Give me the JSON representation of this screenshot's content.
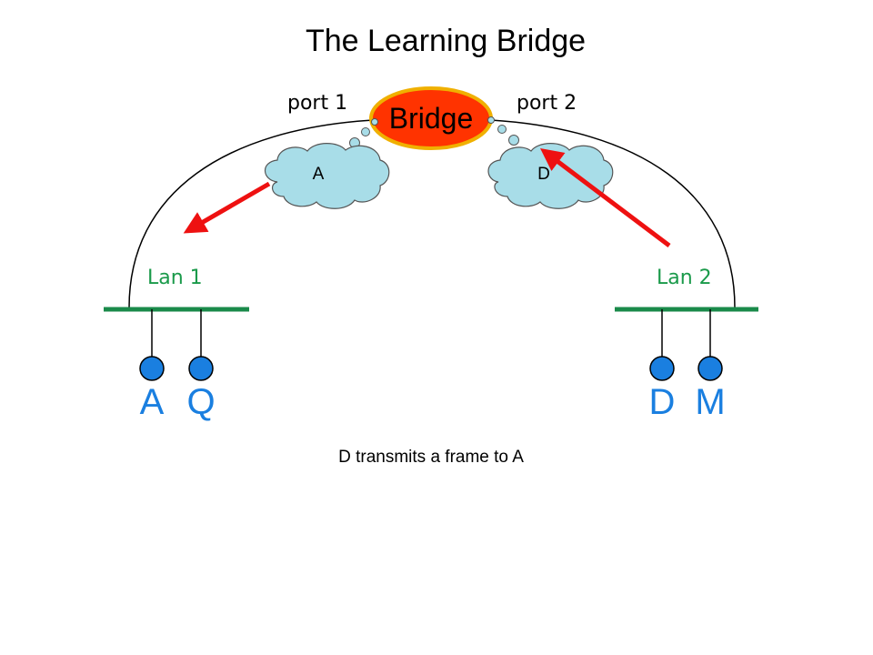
{
  "title": "The Learning Bridge",
  "bridge": {
    "label": "Bridge",
    "fill_color": "#ff3300",
    "stroke_color": "#f0b000"
  },
  "ports": {
    "port1": "port 1",
    "port2": "port 2"
  },
  "tables": {
    "port1_entry": "A",
    "port2_entry": "D",
    "cloud_color": "#a8dde8"
  },
  "lans": {
    "lan1": "Lan 1",
    "lan2": "Lan 2",
    "segment_color": "#1a8a4a",
    "label_color": "#1a9a4a"
  },
  "hosts": {
    "lan1": [
      "A",
      "Q"
    ],
    "lan2": [
      "D",
      "M"
    ],
    "node_color": "#1a7fe0",
    "label_color": "#1a7fe0"
  },
  "arrows": {
    "color": "#ee1111",
    "items": [
      {
        "name": "forward-to-lan1",
        "meaning": "frame forwarded onto Lan 1"
      },
      {
        "name": "learn-from-lan2",
        "meaning": "frame arriving from Lan 2"
      }
    ]
  },
  "caption": "D transmits a frame to A"
}
